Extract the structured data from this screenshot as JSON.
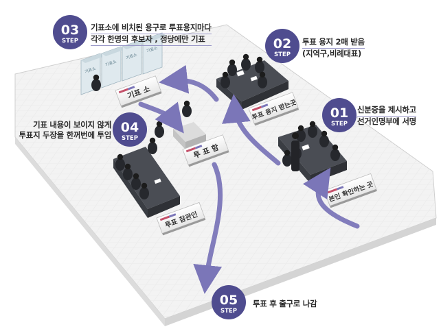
{
  "steps": [
    {
      "num": "01",
      "word": "STEP",
      "lines": [
        "신분증을 제시하고",
        "선거인명부에 서명"
      ]
    },
    {
      "num": "02",
      "word": "STEP",
      "lines": [
        "투표 용지 2매 받음",
        "(지역구,비례대표)"
      ]
    },
    {
      "num": "03",
      "word": "STEP",
      "lines": [
        "기표소에 비치된 용구로 투표용지마다",
        "각각 한명의 후보자 , 정당에만 기표"
      ]
    },
    {
      "num": "04",
      "word": "STEP",
      "lines": [
        "기표 내용이 보이지 않게",
        "투표지 두장을 한꺼번에 투입"
      ]
    },
    {
      "num": "05",
      "word": "STEP",
      "lines": [
        "투표 후 출구로 나감"
      ]
    }
  ],
  "stations": {
    "id_check": "본인 확인하는 곳",
    "ballot_receive": "투표 용지 받는곳",
    "booth": "기표 소",
    "ballot_box": "투 표 함",
    "observer": "투표 참관인"
  },
  "booth_signs": [
    "기표소",
    "기표소",
    "기표소",
    "기표소"
  ],
  "colors": {
    "badge": "#4f4c8f",
    "arrow": "#7b76b8",
    "floor": "#e9e9e9",
    "table": "#3d4046",
    "label_accent": "#c4516a"
  }
}
